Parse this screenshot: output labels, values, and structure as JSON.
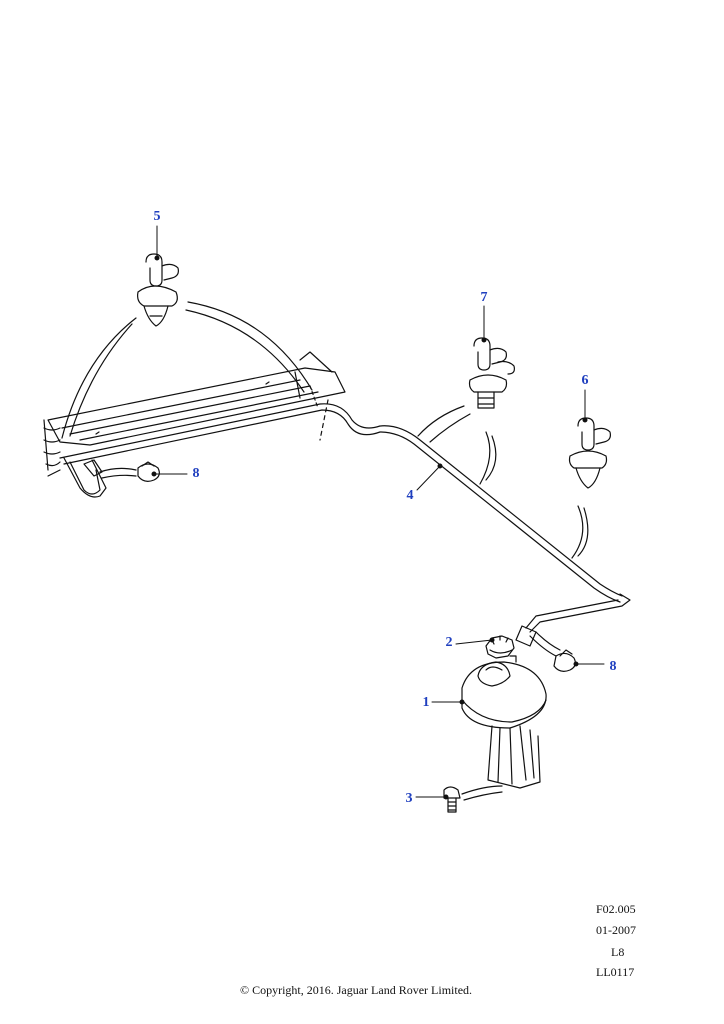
{
  "callouts": [
    {
      "id": "1",
      "label": "1"
    },
    {
      "id": "2",
      "label": "2"
    },
    {
      "id": "3",
      "label": "3"
    },
    {
      "id": "4",
      "label": "4"
    },
    {
      "id": "5",
      "label": "5"
    },
    {
      "id": "6",
      "label": "6"
    },
    {
      "id": "7",
      "label": "7"
    },
    {
      "id": "8a",
      "label": "8"
    },
    {
      "id": "8b",
      "label": "8"
    }
  ],
  "reference": {
    "figure": "F02.005",
    "date": "01-2007",
    "variant": "L8",
    "code": "LL0117"
  },
  "copyright": "© Copyright, 2016. Jaguar Land Rover Limited.",
  "colors": {
    "callout": "#1f3fbf",
    "line": "#111111"
  }
}
